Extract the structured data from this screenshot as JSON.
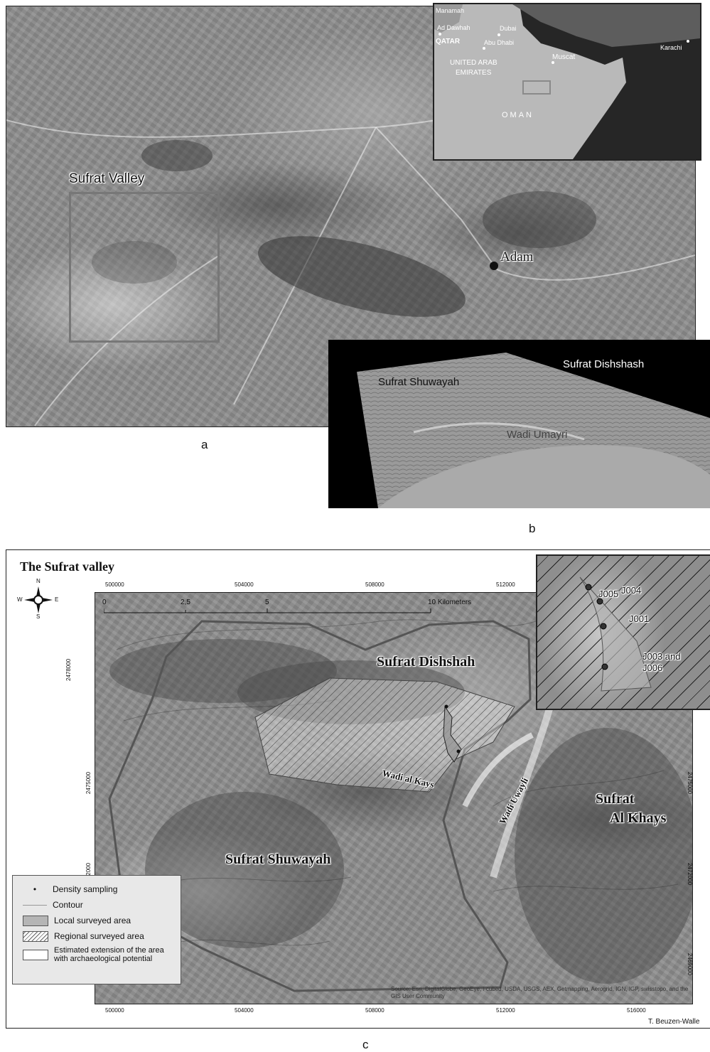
{
  "panel_a": {
    "caption": "a",
    "labels": {
      "sufrat_valley": "Sufrat Valley",
      "adam": "Adam"
    },
    "inset": {
      "places": [
        "Manamah",
        "Ad Dawhah",
        "QATAR",
        "Dubai",
        "Abu Dhabi",
        "UNITED ARAB",
        "EMIRATES",
        "Muscat",
        "OMAN",
        "Karachi"
      ]
    }
  },
  "panel_b": {
    "caption": "b",
    "labels": {
      "shuwayah": "Sufrat Shuwayah",
      "dishshash": "Sufrat Dishshash",
      "umayri": "Wadi Umayri"
    }
  },
  "panel_c": {
    "caption": "c",
    "title": "The Sufrat valley",
    "compass": {
      "n": "N",
      "s": "S",
      "e": "E",
      "w": "W"
    },
    "x_ticks": [
      "500000",
      "504000",
      "508000",
      "512000",
      "516000"
    ],
    "y_ticks": [
      "2478000",
      "2475000",
      "2472000",
      "2469000"
    ],
    "scale_bar": {
      "ticks": [
        "0",
        "2,5",
        "5",
        "10 Kilometers"
      ]
    },
    "labels": {
      "dishshah": "Sufrat Dishshah",
      "shuwayah": "Sufrat Shuwayah",
      "kays": "Wadi al Kays",
      "uwayli": "Wadi Uwayli",
      "khays_1": "Sufrat",
      "khays_2": "Al Khays"
    },
    "inset_samples": [
      "J005",
      "J004",
      "J001",
      "J003 and",
      "J006"
    ],
    "legend": [
      {
        "text": "Density sampling",
        "swatch": "dot"
      },
      {
        "text": "Contour",
        "swatch": "line"
      },
      {
        "text": "Local surveyed area",
        "swatch": "grey"
      },
      {
        "text": "Regional surveyed area",
        "swatch": "hatch"
      },
      {
        "text": "Estimated extension of the area\nwith archaeological potential",
        "swatch": "white"
      }
    ],
    "source": "Source: Esri, DigitalGlobe, GeoEye, i-cubed, USDA, USGS, AEX, Getmapping, Aerogrid, IGN, IGP, swisstopo, and the GIS User Community",
    "credit": "T. Beuzen-Walle"
  }
}
